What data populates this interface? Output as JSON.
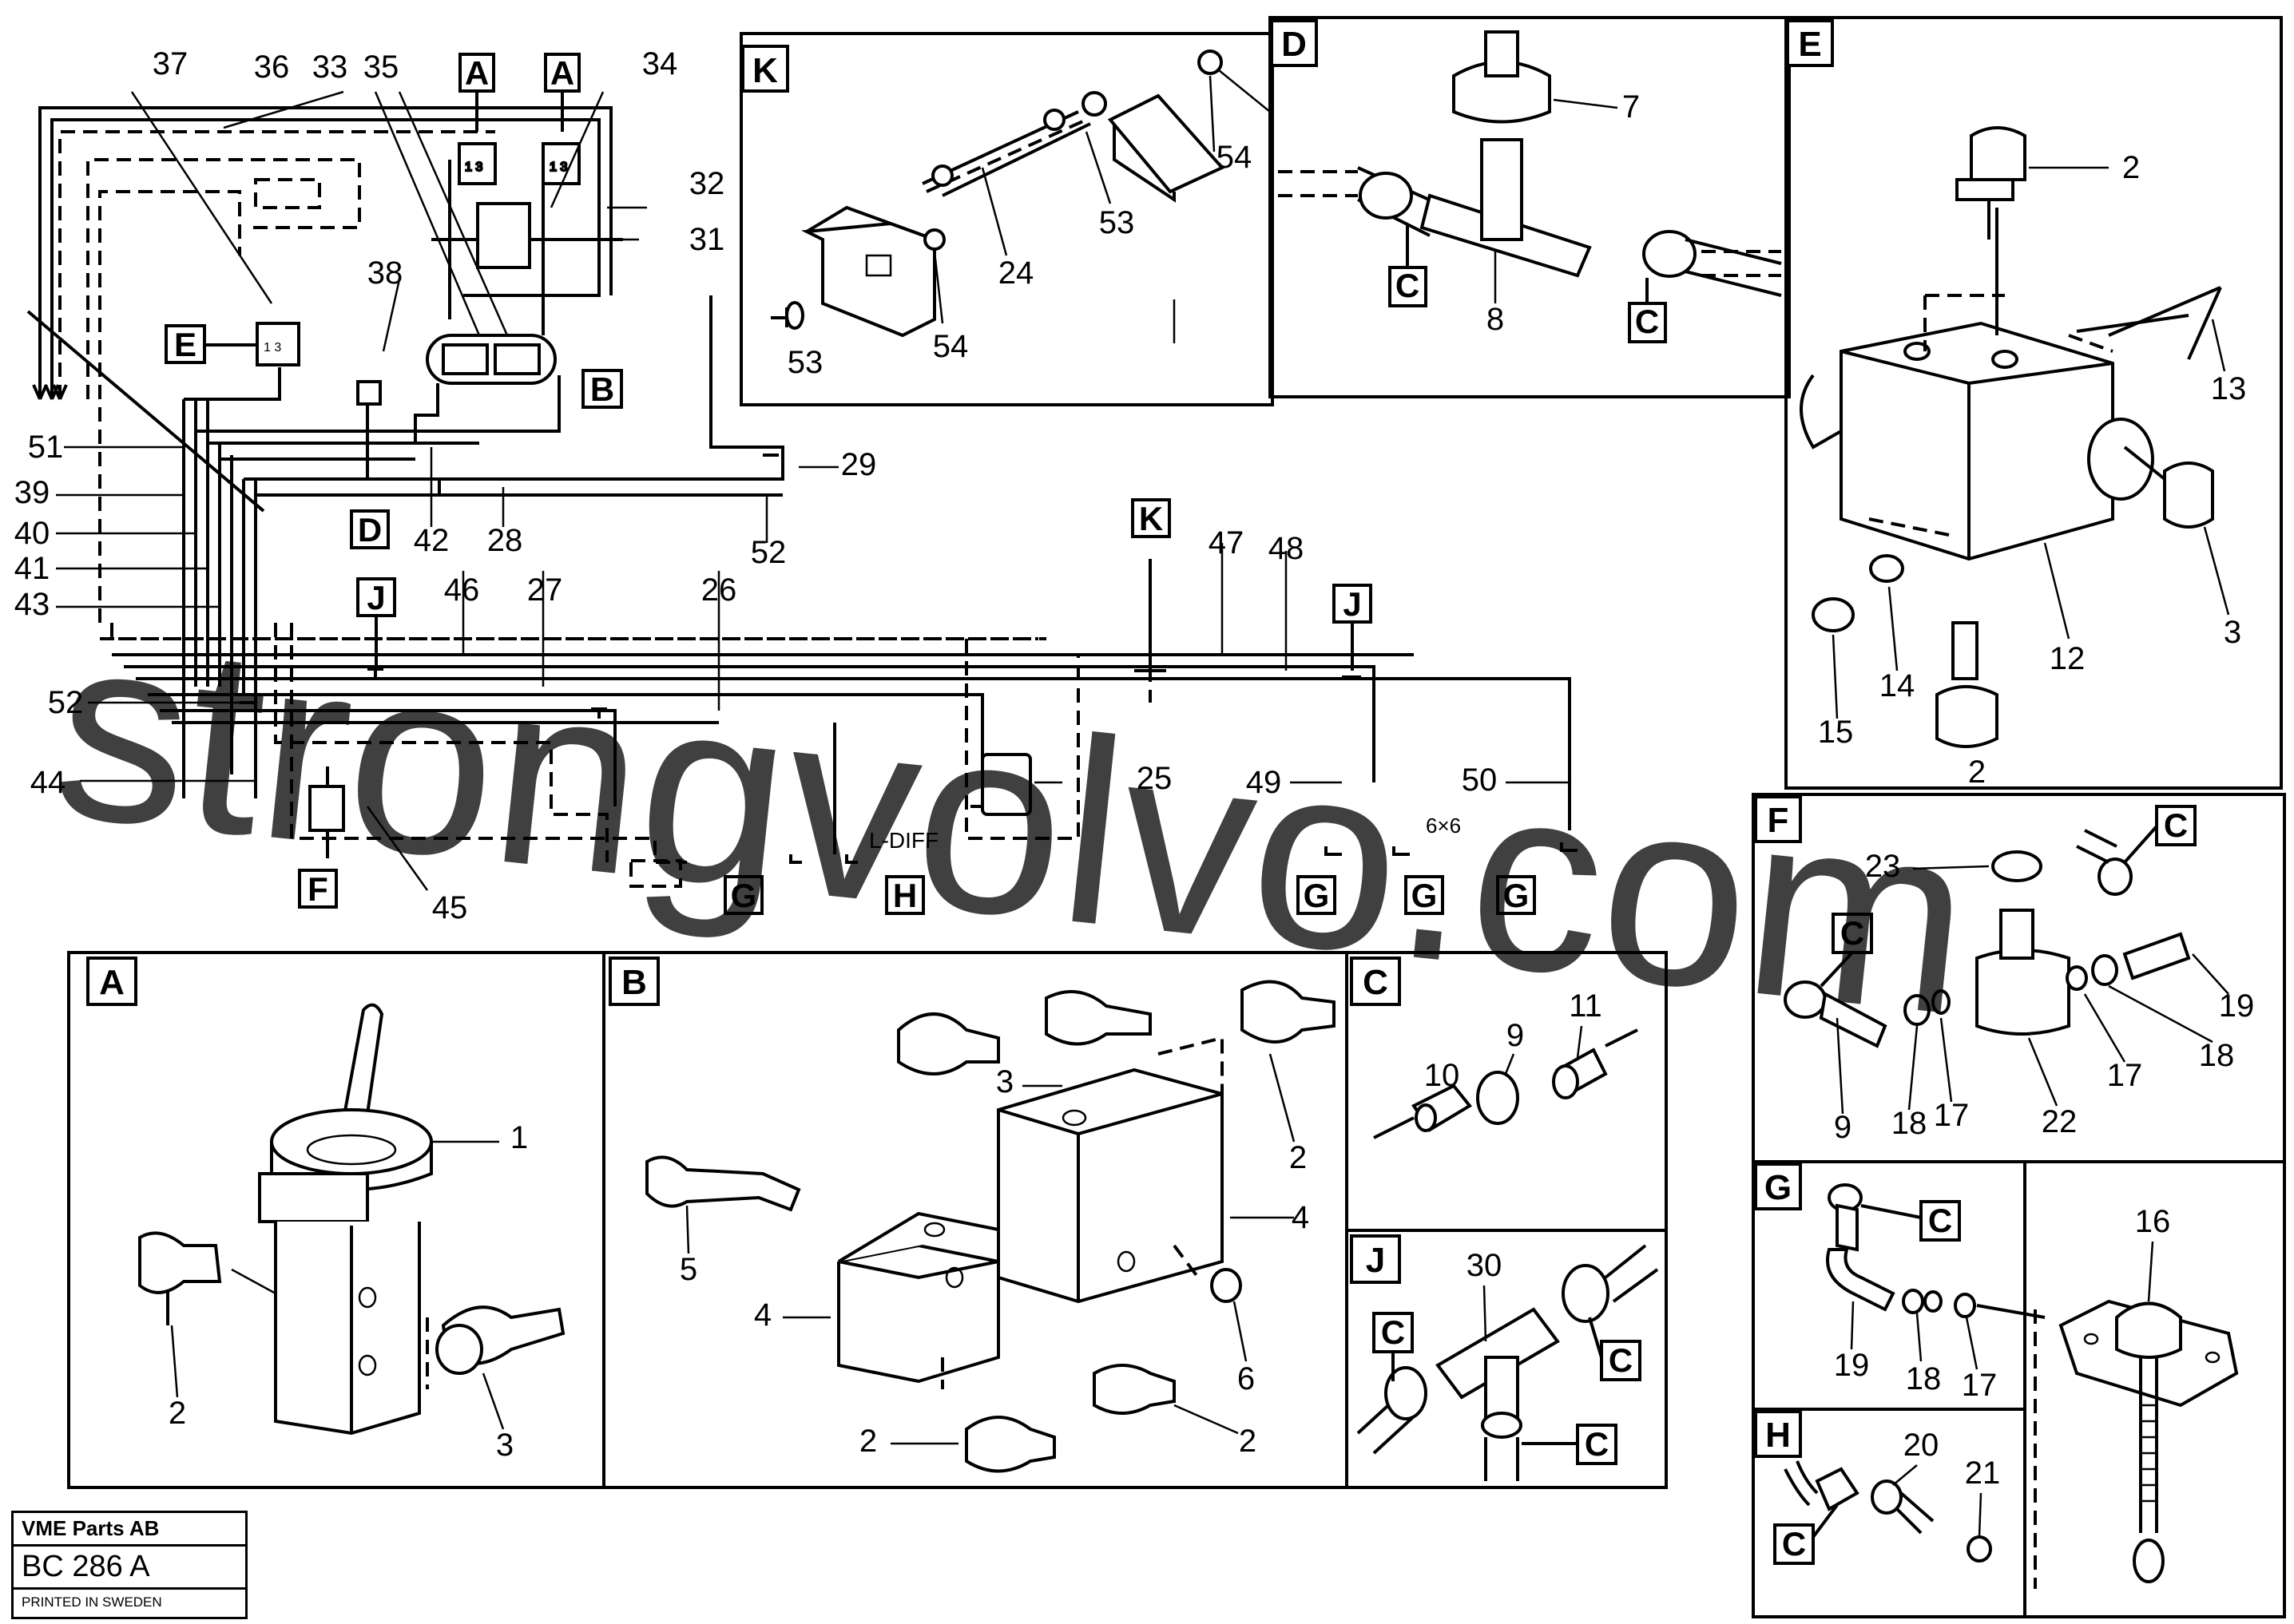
{
  "stamp": {
    "company": "VME Parts AB",
    "code": "BC 286 A",
    "printed": "PRINTED IN SWEDEN"
  },
  "watermark": "strongvolvo.com",
  "schematic_labels": {
    "l_diff": "L-DIFF",
    "six_by_six": "6×6"
  },
  "views": {
    "A": "A",
    "B": "B",
    "C": "C",
    "D": "D",
    "E": "E",
    "F": "F",
    "G": "G",
    "H": "H",
    "J": "J",
    "K": "K"
  },
  "callouts": {
    "n1": "1",
    "n2": "2",
    "n3": "3",
    "n4": "4",
    "n5": "5",
    "n6": "6",
    "n7": "7",
    "n8": "8",
    "n9": "9",
    "n10": "10",
    "n11": "11",
    "n12": "12",
    "n13": "13",
    "n14": "14",
    "n15": "15",
    "n16": "16",
    "n17": "17",
    "n18": "18",
    "n19": "19",
    "n20": "20",
    "n21": "21",
    "n22": "22",
    "n23": "23",
    "n24": "24",
    "n25": "25",
    "n26": "26",
    "n27": "27",
    "n28": "28",
    "n29": "29",
    "n30": "30",
    "n31": "31",
    "n32": "32",
    "n33": "33",
    "n34": "34",
    "n35": "35",
    "n36": "36",
    "n37": "37",
    "n38": "38",
    "n39": "39",
    "n40": "40",
    "n41": "41",
    "n42": "42",
    "n43": "43",
    "n44": "44",
    "n45": "45",
    "n46": "46",
    "n47": "47",
    "n48": "48",
    "n49": "49",
    "n50": "50",
    "n51": "51",
    "n52": "52",
    "n53": "53",
    "n54": "54"
  }
}
